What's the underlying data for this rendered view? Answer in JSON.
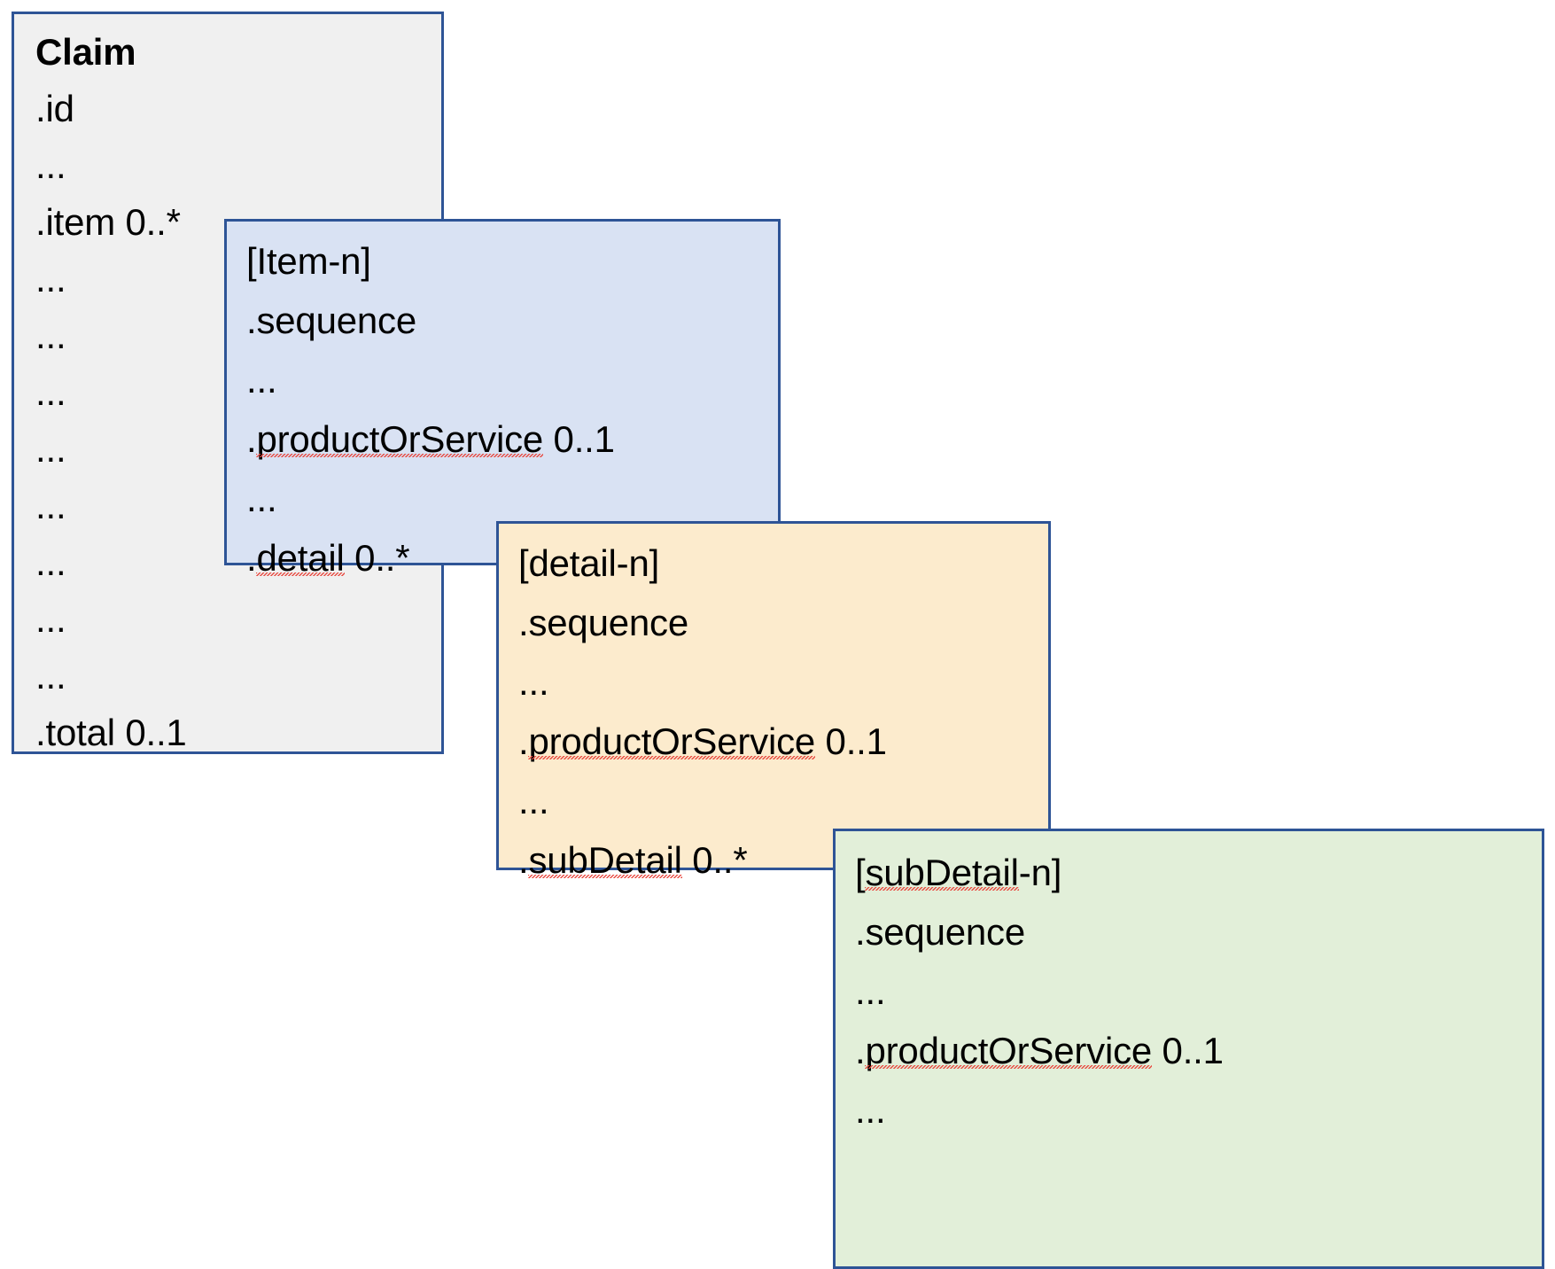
{
  "diagram": {
    "title": "FHIR Claim resource nesting structure",
    "border_color": "#2E5496",
    "boxes": [
      {
        "id": "claim",
        "name": "Claim",
        "fill_color": "#F0F0F0",
        "lines": [
          {
            "text": "Claim",
            "bold": true
          },
          {
            "text": ".id"
          },
          {
            "text": "..."
          },
          {
            "text": ".item 0..*"
          },
          {
            "text": "..."
          },
          {
            "text": "..."
          },
          {
            "text": "..."
          },
          {
            "text": "..."
          },
          {
            "text": "..."
          },
          {
            "text": "..."
          },
          {
            "text": "..."
          },
          {
            "text": "..."
          },
          {
            "text": ".total 0..1"
          }
        ]
      },
      {
        "id": "item",
        "name": "[Item-n]",
        "fill_color": "#D9E2F3",
        "lines": [
          {
            "text": "[Item-n]"
          },
          {
            "text": ".sequence"
          },
          {
            "text": "..."
          },
          {
            "text": ".productOrService 0..1",
            "misspelled": "productOrService"
          },
          {
            "text": "..."
          },
          {
            "text": ".detail 0..*",
            "misspelled": "detail"
          }
        ]
      },
      {
        "id": "detail",
        "name": "[detail-n]",
        "fill_color": "#FCEBCD",
        "lines": [
          {
            "text": "[detail-n]"
          },
          {
            "text": ".sequence"
          },
          {
            "text": "..."
          },
          {
            "text": ".productOrService 0..1",
            "misspelled": "productOrService"
          },
          {
            "text": "..."
          },
          {
            "text": ".subDetail 0..*",
            "misspelled": "subDetail"
          }
        ]
      },
      {
        "id": "subdetail",
        "name": "[subDetail-n]",
        "fill_color": "#E2EFD9",
        "lines": [
          {
            "text": "[subDetail-n]",
            "misspelled": "subDetail"
          },
          {
            "text": ".sequence"
          },
          {
            "text": "..."
          },
          {
            "text": ".productOrService 0..1",
            "misspelled": "productOrService"
          },
          {
            "text": "..."
          }
        ]
      }
    ]
  }
}
